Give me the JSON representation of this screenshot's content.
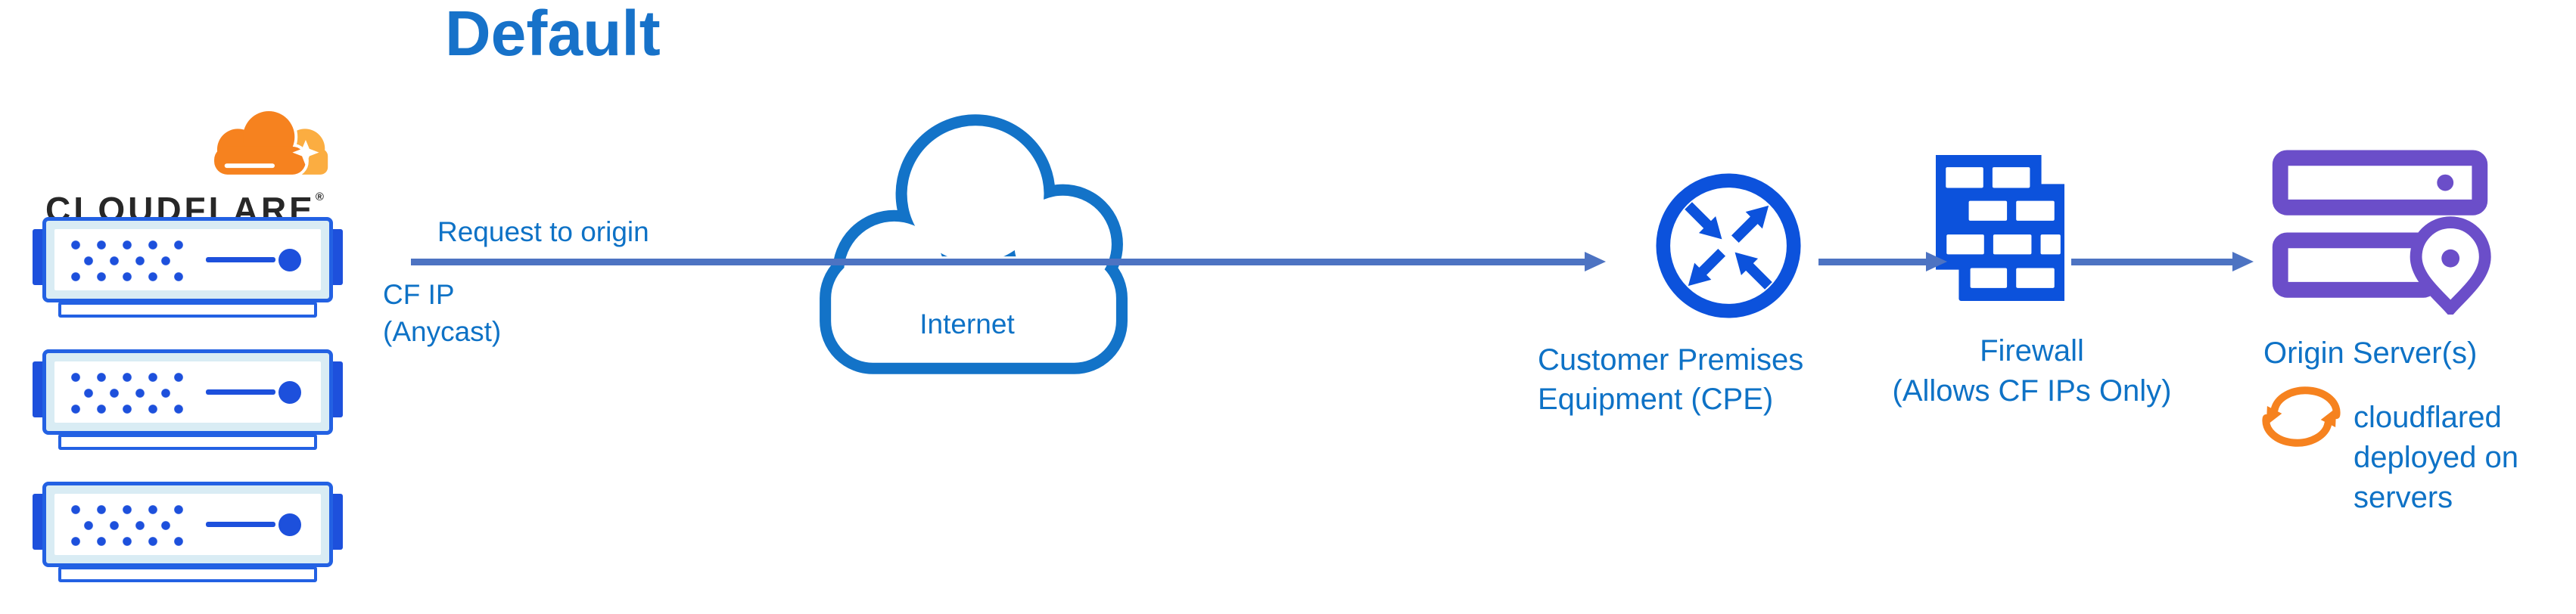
{
  "title": "Default",
  "logo": {
    "wordmark": "CLOUDFLARE",
    "registered": "®"
  },
  "labels": {
    "request_to_origin": "Request to origin",
    "cf_ip": "CF IP\n(Anycast)",
    "internet": "Internet",
    "cpe": "Customer Premises\nEquipment (CPE)",
    "firewall": "Firewall\n(Allows CF IPs Only)",
    "origin": "Origin Server(s)",
    "cloudflared": "cloudflared\ndeployed on\nservers"
  },
  "icons": {
    "cloudflare_logo": "cloudflare-cloud-logo",
    "edge_servers": "server-stack (3 appliances)",
    "internet": "cloud-outline",
    "cpe": "router-circle-with-arrows",
    "firewall": "brick-wall",
    "origin": "server-rack-with-location-pin",
    "cloudflared": "sync-circular-arrows"
  },
  "colors": {
    "title_blue": "#1772C9",
    "label_blue": "#0E72C6",
    "royal_blue": "#0C52DC",
    "server_border_blue": "#2361E3",
    "server_body_cyan": "#D9ECF4",
    "cloud_outline_blue": "#1373C8",
    "arrow_slate_blue": "#4D73C2",
    "origin_purple": "#6B4EC9",
    "cloudflare_orange": "#F6821F",
    "cloudflare_orange_light": "#FBAD41",
    "wordmark_dark": "#272727"
  }
}
